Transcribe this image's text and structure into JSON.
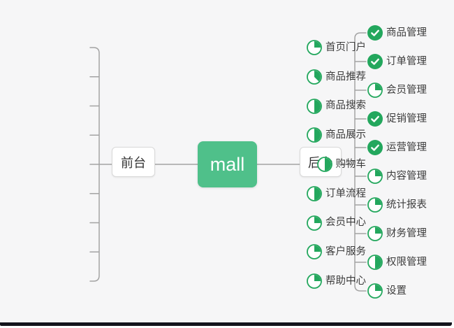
{
  "root": {
    "label": "mall"
  },
  "left_branch": {
    "label": "前台",
    "items": [
      {
        "label": "首页门户",
        "progress": 0.25
      },
      {
        "label": "商品推荐",
        "progress": 0.375
      },
      {
        "label": "商品搜索",
        "progress": 0.5
      },
      {
        "label": "商品展示",
        "progress": 0.5
      },
      {
        "label": "购物车",
        "progress": 0.5
      },
      {
        "label": "订单流程",
        "progress": 0.5
      },
      {
        "label": "会员中心",
        "progress": 0.25
      },
      {
        "label": "客户服务",
        "progress": 0.25
      },
      {
        "label": "帮助中心",
        "progress": 0.25
      }
    ]
  },
  "right_branch": {
    "label": "后台",
    "items": [
      {
        "label": "商品管理",
        "progress": "done"
      },
      {
        "label": "订单管理",
        "progress": "done"
      },
      {
        "label": "会员管理",
        "progress": 0.25
      },
      {
        "label": "促销管理",
        "progress": "done"
      },
      {
        "label": "运营管理",
        "progress": "done"
      },
      {
        "label": "内容管理",
        "progress": 0.25
      },
      {
        "label": "统计报表",
        "progress": 0.25
      },
      {
        "label": "财务管理",
        "progress": 0.25
      },
      {
        "label": "权限管理",
        "progress": 0.5
      },
      {
        "label": "设置",
        "progress": 0.25
      }
    ]
  },
  "icons": {
    "done": "check-circle-icon",
    "partial": "progress-pie-icon"
  },
  "colors": {
    "accent_green": "#23a75d",
    "root_green": "#4fc08a",
    "connector": "#a3a3a3",
    "background": "#f6f6f7",
    "text": "#3c3c3c"
  }
}
